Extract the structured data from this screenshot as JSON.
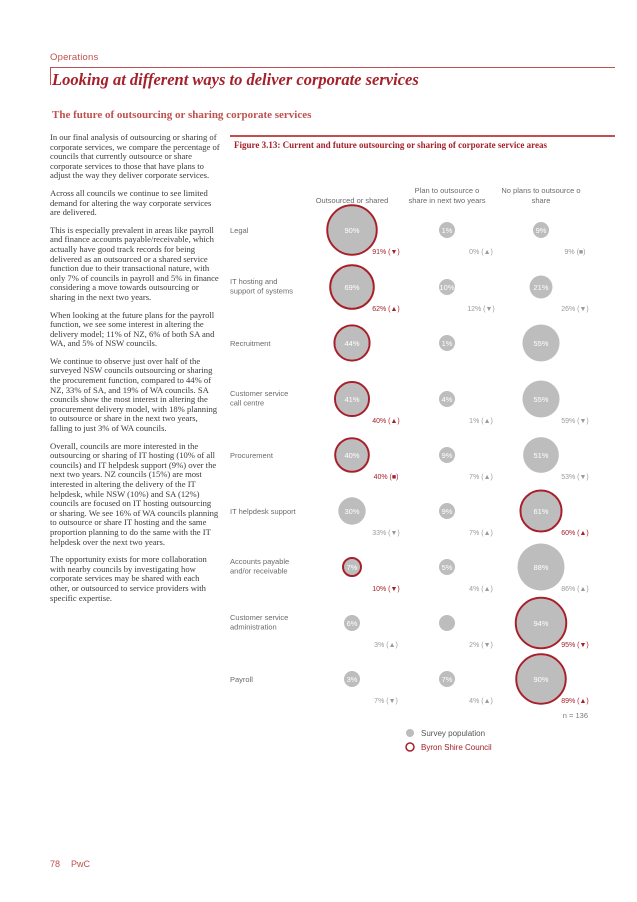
{
  "header": {
    "section": "Operations",
    "title": "Looking at different ways to deliver corporate services",
    "subtitle": "The future of outsourcing or sharing corporate services"
  },
  "body": {
    "paragraphs": [
      "In our final analysis of outsourcing or sharing of corporate services, we compare the percentage of councils that currently outsource or share corporate services to those that have plans to adjust the way they deliver corporate services.",
      "Across all councils we continue to see limited demand for altering the way corporate services are delivered.",
      "This is especially prevalent in areas like payroll and finance accounts payable/receivable, which actually have good track records for being delivered as an outsourced or a shared service function due to their transactional nature, with only 7% of councils in payroll and 5% in finance considering a move towards outsourcing or sharing in the next two years.",
      "When looking at the future plans for the payroll function, we see some interest in altering the delivery model; 11% of NZ, 6% of both SA and WA, and 5% of NSW councils.",
      "We continue to observe just over half of the surveyed NSW councils outsourcing or sharing the procurement function, compared to 44% of NZ, 33% of SA, and 19% of WA councils. SA councils show the most interest in altering the procurement delivery model, with 18% planning to outsource or share in the next two years, falling to just 3% of WA councils.",
      "Overall, councils are more interested in the outsourcing or sharing of IT hosting (10% of all councils) and IT helpdesk support (9%) over the next two years. NZ councils (15%) are most interested in altering the delivery of the IT helpdesk, while NSW (10%) and SA (12%) councils are focused on IT hosting outsourcing or sharing. We see 16% of WA councils planning to outsource or share IT hosting and the same proportion planning to do the same with the IT helpdesk over the next two years.",
      "The opportunity exists for more collaboration with nearby councils by investigating how corporate services may be shared with each other, or outsourced to service providers with specific expertise."
    ]
  },
  "figure": {
    "title": "Figure 3.13: Current and future outsourcing or sharing of corporate service areas"
  },
  "colors": {
    "accent": "#a5202a",
    "bubble": "#bdbdbd",
    "ring": "#a5202a"
  },
  "chart_data": {
    "type": "bubble-matrix",
    "columns": [
      "Outsourced or shared",
      "Plan to outsource or share in next two years",
      "No plans to outsource or share"
    ],
    "rows": [
      {
        "label": "Legal",
        "survey": [
          90,
          1,
          9
        ],
        "council": [
          91,
          0,
          9
        ],
        "shape": [
          "▼",
          "▲",
          "■"
        ]
      },
      {
        "label": "IT hosting and support of systems",
        "survey": [
          69,
          10,
          21
        ],
        "council": [
          62,
          12,
          26
        ],
        "shape": [
          "▲",
          "▼",
          "▼"
        ]
      },
      {
        "label": "Recruitment",
        "survey": [
          44,
          1,
          55
        ],
        "council": [],
        "shape": []
      },
      {
        "label": "Customer service call centre",
        "survey": [
          41,
          4,
          55
        ],
        "council": [
          40,
          1,
          59
        ],
        "shape": [
          "▲",
          "▲",
          "▼"
        ]
      },
      {
        "label": "Procurement",
        "survey": [
          40,
          9,
          51
        ],
        "council": [
          40,
          7,
          53
        ],
        "shape": [
          "■",
          "▲",
          "▼"
        ]
      },
      {
        "label": "IT helpdesk support",
        "survey": [
          30,
          9,
          61
        ],
        "council": [
          33,
          7,
          60
        ],
        "shape": [
          "▼",
          "▲",
          "▲"
        ]
      },
      {
        "label": "Accounts payable and/or receivable",
        "survey": [
          7,
          5,
          88
        ],
        "council": [
          10,
          4,
          86
        ],
        "shape": [
          "▼",
          "▲",
          "▲"
        ]
      },
      {
        "label": "Customer service administration",
        "survey": [
          6,
          0,
          94
        ],
        "council": [
          3,
          2,
          95
        ],
        "shape": [
          "▲",
          "▼",
          "▼"
        ]
      },
      {
        "label": "Payroll",
        "survey": [
          3,
          7,
          90
        ],
        "council": [
          7,
          4,
          89
        ],
        "shape": [
          "▼",
          "▲",
          "▲"
        ]
      }
    ],
    "bubble_labels": [
      [
        "90%",
        "1%",
        "9%"
      ],
      [
        "69%",
        "10%",
        "21%"
      ],
      [
        "44%",
        "1%",
        "55%"
      ],
      [
        "41%",
        "4%",
        "55%"
      ],
      [
        "40%",
        "9%",
        "51%"
      ],
      [
        "30%",
        "9%",
        "61%"
      ],
      [
        "7%",
        "5%",
        "88%"
      ],
      [
        "6%",
        "",
        "94%"
      ],
      [
        "3%",
        "7%",
        "90%"
      ]
    ],
    "ring_col": [
      0,
      0,
      0,
      0,
      0,
      2,
      0,
      2,
      2
    ],
    "council_labels": [
      [
        "91% (▼)",
        "0% (▲)",
        "9% (■)"
      ],
      [
        "62% (▲)",
        "12% (▼)",
        "26% (▼)"
      ],
      [],
      [
        "40% (▲)",
        "1% (▲)",
        "59% (▼)"
      ],
      [
        "40% (■)",
        "7% (▲)",
        "53% (▼)"
      ],
      [
        "33% (▼)",
        "7% (▲)",
        "60% (▲)"
      ],
      [
        "10% (▼)",
        "4% (▲)",
        "86% (▲)"
      ],
      [
        "3% (▲)",
        "2% (▼)",
        "95% (▼)"
      ],
      [
        "7% (▼)",
        "4% (▲)",
        "89% (▲)"
      ]
    ],
    "n_note": "n = 136",
    "legend": [
      "Survey population",
      "Byron Shire Council"
    ]
  },
  "footer": {
    "page": "78",
    "brand": "PwC"
  }
}
